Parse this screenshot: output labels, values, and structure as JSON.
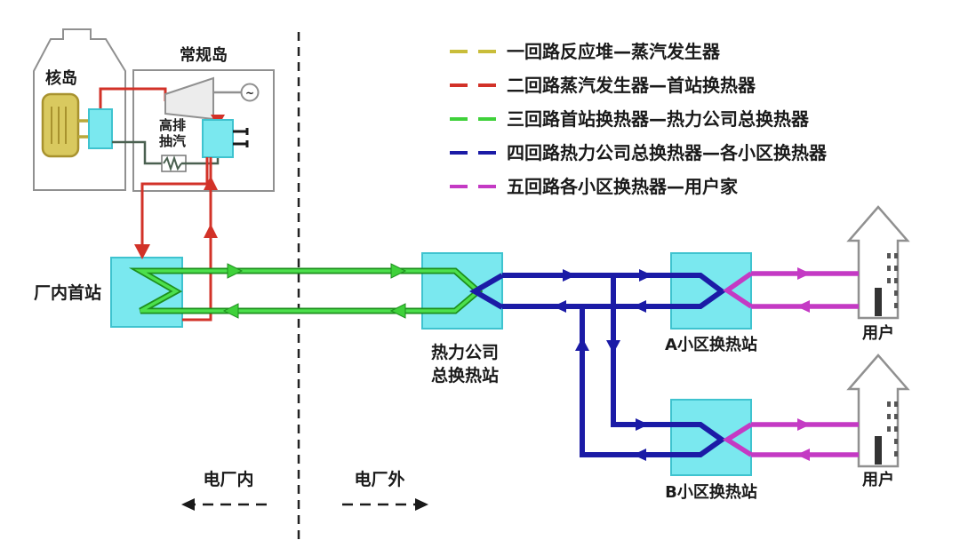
{
  "legend": {
    "items": [
      {
        "label": "一回路反应堆—蒸汽发生器",
        "color": "#c9bd3a"
      },
      {
        "label": "二回路蒸汽发生器—首站换热器",
        "color": "#d23228"
      },
      {
        "label": "三回路首站换热器—热力公司总换热器",
        "color": "#3fd13a"
      },
      {
        "label": "四回路热力公司总换热器—各小区换热器",
        "color": "#1b1ba6"
      },
      {
        "label": "五回路各小区换热器—用户家",
        "color": "#c43ac4"
      }
    ]
  },
  "labels": {
    "nuclear_island": "核岛",
    "conventional_island": "常规岛",
    "extraction_line1": "高排",
    "extraction_line2": "抽汽",
    "first_station": "厂内首站",
    "heat_company_line1": "热力公司",
    "heat_company_line2": "总换热站",
    "district_a": "A小区换热站",
    "district_b": "B小区换热站",
    "user_top": "用户",
    "user_bottom": "用户",
    "inside_plant": "电厂内",
    "outside_plant": "电厂外",
    "generator_symbol": "~"
  },
  "colors": {
    "station_fill": "#7ae8ef",
    "station_border": "#3fc3cf",
    "loop1_yellow": "#c9bd3a",
    "loop2_red": "#d23228",
    "loop3_green": "#3fd13a",
    "loop3_green_dark": "#1d8f1d",
    "loop4_blue": "#1b1ba6",
    "loop5_magenta": "#c43ac4",
    "reactor_yellow": "#d9c95f"
  }
}
